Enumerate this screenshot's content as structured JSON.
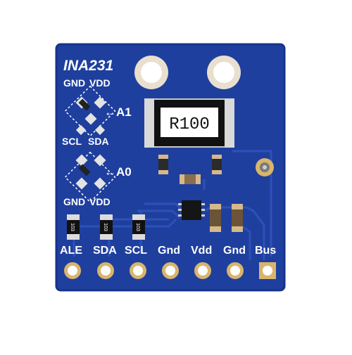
{
  "board": {
    "chip_name": "INA231",
    "resistor_marking": "R100",
    "top_pads": {
      "left": "GND",
      "right": "VDD"
    },
    "mid_pads": {
      "left": "SCL",
      "right": "SDA"
    },
    "bottom_pads": {
      "left": "GND",
      "right": "VDD"
    },
    "addr_labels": {
      "a1": "←A1",
      "a0": "←A0"
    },
    "resistor_codes": [
      "103",
      "103",
      "103"
    ],
    "pins": [
      "ALE",
      "SDA",
      "SCL",
      "Gnd",
      "Vdd",
      "Gnd",
      "Bus"
    ],
    "colors": {
      "pcb": "#1f3f9e",
      "pcb_dark": "#163389",
      "trace": "#2c52b8",
      "gold": "#d9b56b",
      "silk": "#ffffff",
      "shunt": "#111111"
    }
  }
}
